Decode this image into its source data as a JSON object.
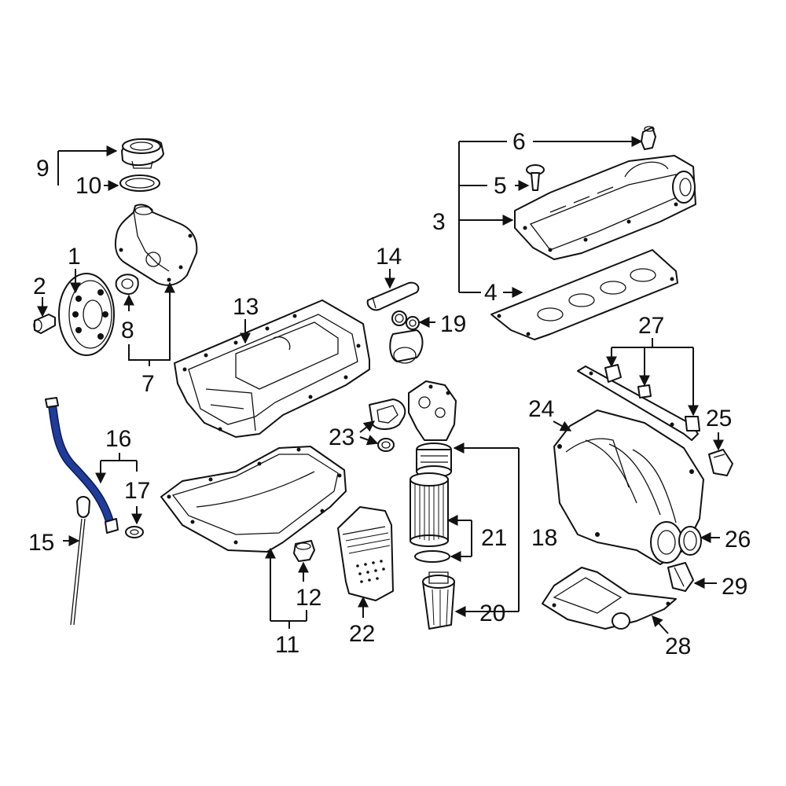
{
  "diagram": {
    "accent_color": "#1f3c9a",
    "callouts": [
      {
        "id": "1",
        "label": "1"
      },
      {
        "id": "2",
        "label": "2"
      },
      {
        "id": "3",
        "label": "3"
      },
      {
        "id": "4",
        "label": "4"
      },
      {
        "id": "5",
        "label": "5"
      },
      {
        "id": "6",
        "label": "6"
      },
      {
        "id": "7",
        "label": "7"
      },
      {
        "id": "8",
        "label": "8"
      },
      {
        "id": "9",
        "label": "9"
      },
      {
        "id": "10",
        "label": "10"
      },
      {
        "id": "11",
        "label": "11"
      },
      {
        "id": "12",
        "label": "12"
      },
      {
        "id": "13",
        "label": "13"
      },
      {
        "id": "14",
        "label": "14"
      },
      {
        "id": "15",
        "label": "15"
      },
      {
        "id": "16",
        "label": "16"
      },
      {
        "id": "17",
        "label": "17"
      },
      {
        "id": "18",
        "label": "18"
      },
      {
        "id": "19",
        "label": "19"
      },
      {
        "id": "20",
        "label": "20"
      },
      {
        "id": "21",
        "label": "21"
      },
      {
        "id": "22",
        "label": "22"
      },
      {
        "id": "23",
        "label": "23"
      },
      {
        "id": "24",
        "label": "24"
      },
      {
        "id": "25",
        "label": "25"
      },
      {
        "id": "26",
        "label": "26"
      },
      {
        "id": "27",
        "label": "27"
      },
      {
        "id": "28",
        "label": "28"
      },
      {
        "id": "29",
        "label": "29"
      }
    ],
    "highlighted_part": "16"
  }
}
